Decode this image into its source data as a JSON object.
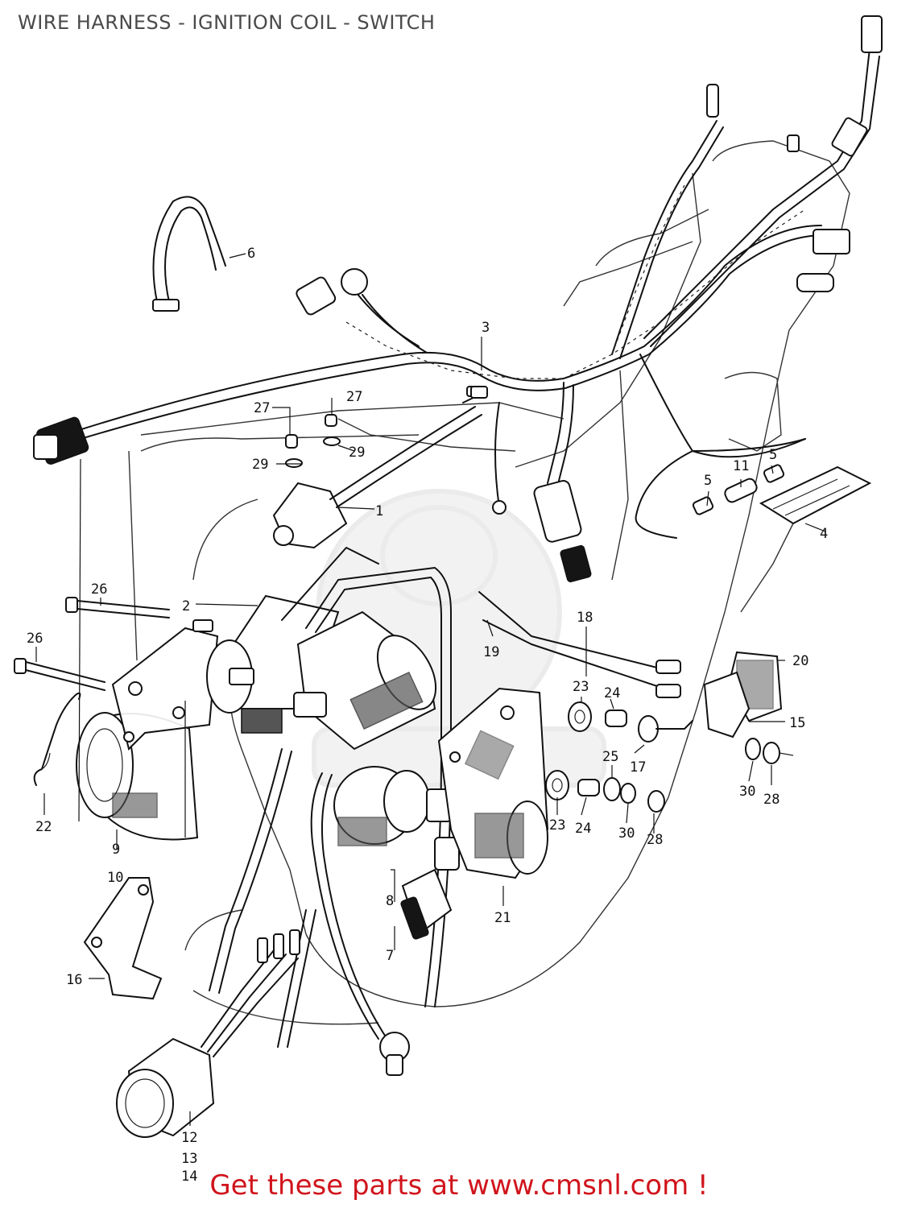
{
  "title": "WIRE HARNESS - IGNITION COIL - SWITCH",
  "callouts": {
    "c1": "1",
    "c2": "2",
    "c3": "3",
    "c4": "4",
    "c5a": "5",
    "c5b": "5",
    "c6": "6",
    "c7": "7",
    "c8": "8",
    "c9": "9",
    "c10": "10",
    "c11": "11",
    "c12": "12",
    "c13": "13",
    "c14": "14",
    "c15": "15",
    "c16": "16",
    "c17": "17",
    "c18": "18",
    "c19": "19",
    "c20": "20",
    "c21": "21",
    "c22": "22",
    "c23a": "23",
    "c23b": "23",
    "c24a": "24",
    "c24b": "24",
    "c25": "25",
    "c26a": "26",
    "c26b": "26",
    "c27a": "27",
    "c27b": "27",
    "c28a": "28",
    "c28b": "28",
    "c29a": "29",
    "c29b": "29",
    "c30a": "30",
    "c30b": "30"
  },
  "footer": "Get these parts at www.cmsnl.com !"
}
